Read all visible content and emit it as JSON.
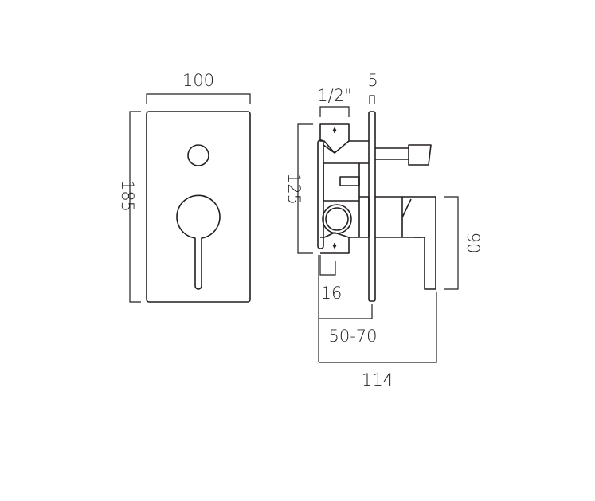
{
  "front_view": {
    "width_label": "100",
    "height_label": "185"
  },
  "side_view": {
    "inlet_label": "1/2\"",
    "plate_thickness_label": "5",
    "body_height_label": "125",
    "handle_height_label": "90",
    "offset_label": "16",
    "depth_range_label": "50-70",
    "total_depth_label": "114"
  },
  "colors": {
    "line": "#231f20",
    "background": "#ffffff"
  }
}
